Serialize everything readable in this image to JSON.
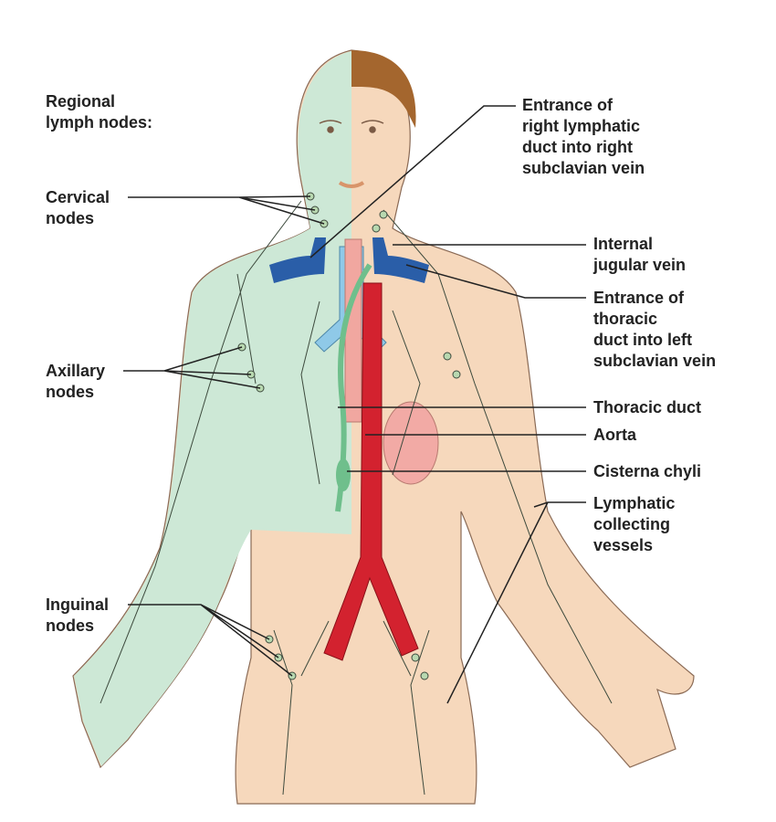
{
  "title": "Regional\nlymph nodes:",
  "left_labels": {
    "cervical": "Cervical\nnodes",
    "axillary": "Axillary\nnodes",
    "inguinal": "Inguinal\nnodes"
  },
  "right_labels": {
    "right_lymphatic_duct": "Entrance of\nright lymphatic\nduct into right\nsubclavian vein",
    "internal_jugular": "Internal\njugular vein",
    "thoracic_duct_entrance": "Entrance of\nthoracic\nduct into left\nsubclavian vein",
    "thoracic_duct": "Thoracic duct",
    "aorta": "Aorta",
    "cisterna_chyli": "Cisterna chyli",
    "collecting_vessels": "Lymphatic\ncollecting\nvessels"
  },
  "colors": {
    "skin": "#f6d8bc",
    "drained": "#cde8d6",
    "aorta": "#d3222f",
    "vein": "#2a5ea8",
    "duct": "#6fbf8c",
    "trachea": "#8fc9e8",
    "hair": "#a4662e"
  }
}
